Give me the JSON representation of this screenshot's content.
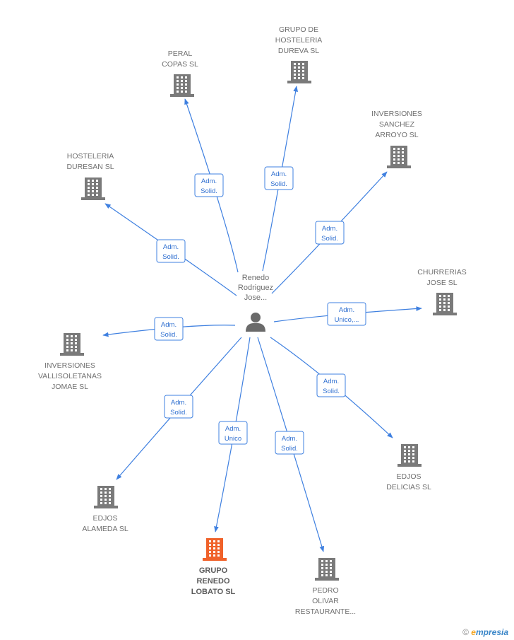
{
  "center": {
    "name_lines": [
      "Renedo",
      "Rodriguez",
      "Jose..."
    ],
    "icon": "person-icon"
  },
  "colors": {
    "edge": "#3f80e0",
    "building": "#7a7a7a",
    "highlight": "#f0622a",
    "text": "#6f6f6f"
  },
  "companies": [
    {
      "id": "peral",
      "name_lines": [
        "PERAL",
        "COPAS SL"
      ],
      "role_lines": [
        "Adm.",
        "Solid."
      ],
      "highlight": false
    },
    {
      "id": "grupo-hosteleria",
      "name_lines": [
        "GRUPO DE",
        "HOSTELERIA",
        "DUREVA SL"
      ],
      "role_lines": [
        "Adm.",
        "Solid."
      ],
      "highlight": false
    },
    {
      "id": "inversiones-sanchez",
      "name_lines": [
        "INVERSIONES",
        "SANCHEZ",
        "ARROYO SL"
      ],
      "role_lines": [
        "Adm.",
        "Solid."
      ],
      "highlight": false
    },
    {
      "id": "hosteleria-duresan",
      "name_lines": [
        "HOSTELERIA",
        "DURESAN SL"
      ],
      "role_lines": [
        "Adm.",
        "Solid."
      ],
      "highlight": false
    },
    {
      "id": "churrerias",
      "name_lines": [
        "CHURRERIAS",
        "JOSE  SL"
      ],
      "role_lines": [
        "Adm.",
        "Unico,..."
      ],
      "highlight": false
    },
    {
      "id": "inversiones-vallisoletanas",
      "name_lines": [
        "INVERSIONES",
        "VALLISOLETANAS",
        "JOMAE SL"
      ],
      "role_lines": [
        "Adm.",
        "Solid."
      ],
      "highlight": false
    },
    {
      "id": "edjos-delicias",
      "name_lines": [
        "EDJOS",
        "DELICIAS SL"
      ],
      "role_lines": [
        "Adm.",
        "Solid."
      ],
      "highlight": false
    },
    {
      "id": "edjos-alameda",
      "name_lines": [
        "EDJOS",
        "ALAMEDA SL"
      ],
      "role_lines": [
        "Adm.",
        "Solid."
      ],
      "highlight": false
    },
    {
      "id": "grupo-renedo",
      "name_lines": [
        "GRUPO",
        "RENEDO",
        "LOBATO SL"
      ],
      "role_lines": [
        "Adm.",
        "Unico"
      ],
      "highlight": true
    },
    {
      "id": "pedro-olivar",
      "name_lines": [
        "PEDRO",
        "OLIVAR",
        "RESTAURANTE..."
      ],
      "role_lines": [
        "Adm.",
        "Solid."
      ],
      "highlight": false
    }
  ],
  "footer": {
    "copyright": "©",
    "brand_initial": "e",
    "brand_rest": "mpresia"
  }
}
